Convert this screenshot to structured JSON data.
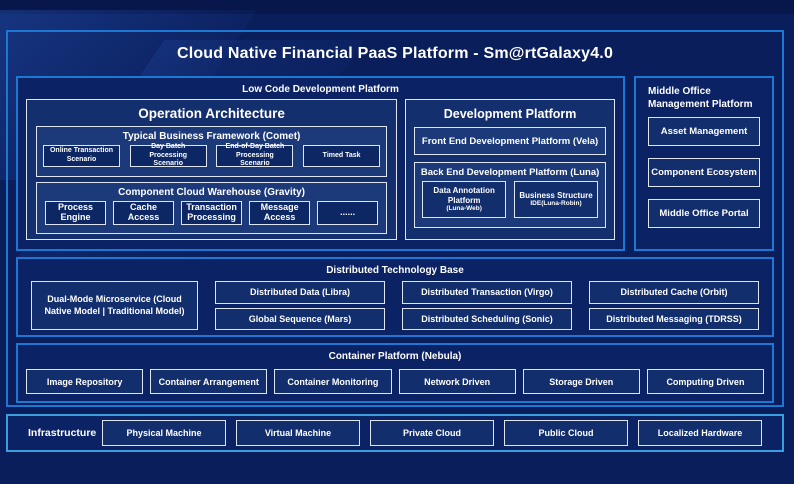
{
  "title": "Cloud Native Financial PaaS Platform - Sm@rtGalaxy4.0",
  "low_code": {
    "label": "Low Code Development Platform",
    "operation": {
      "title": "Operation Architecture",
      "comet": {
        "title": "Typical Business Framework (Comet)",
        "items": [
          "Online Transaction Scenario",
          "Day Batch Processing Scenario",
          "End-of-Day Batch Processing Scenario",
          "Timed Task"
        ]
      },
      "gravity": {
        "title": "Component Cloud Warehouse (Gravity)",
        "items": [
          "Process Engine",
          "Cache Access",
          "Transaction Processing",
          "Message Access",
          "......"
        ]
      }
    },
    "development": {
      "title": "Development Platform",
      "front_end": "Front End Development Platform (Vela)",
      "back_end": {
        "title": "Back End Development Platform (Luna)",
        "items": [
          {
            "label": "Data Annotation Platform",
            "sub": "(Luna-Web)"
          },
          {
            "label": "Business Structure",
            "sub": "IDE(Luna-Robin)"
          }
        ]
      }
    }
  },
  "middle_office": {
    "label": "Middle Office Management Platform",
    "items": [
      "Asset Management",
      "Component Ecosystem",
      "Middle Office Portal"
    ]
  },
  "distributed": {
    "label": "Distributed Technology Base",
    "feature": "Dual-Mode Microservice (Cloud Native Model | Traditional Model)",
    "grid": [
      "Distributed Data (Libra)",
      "Global Sequence (Mars)",
      "Distributed Transaction (Virgo)",
      "Distributed Scheduling (Sonic)",
      "Distributed Cache (Orbit)",
      "Distributed Messaging (TDRSS)"
    ]
  },
  "container_platform": {
    "label": "Container Platform (Nebula)",
    "items": [
      "Image Repository",
      "Container Arrangement",
      "Container Monitoring",
      "Network Driven",
      "Storage Driven",
      "Computing Driven"
    ]
  },
  "infrastructure": {
    "label": "Infrastructure",
    "items": [
      "Physical Machine",
      "Virtual Machine",
      "Private Cloud",
      "Public Cloud",
      "Localized Hardware"
    ]
  },
  "colors": {
    "background": "#0a1e5c",
    "accent_border": "#1d78d3",
    "infrastructure_border": "#3aa0dd",
    "box_border": "#dfe6f0",
    "text": "#ffffff"
  }
}
